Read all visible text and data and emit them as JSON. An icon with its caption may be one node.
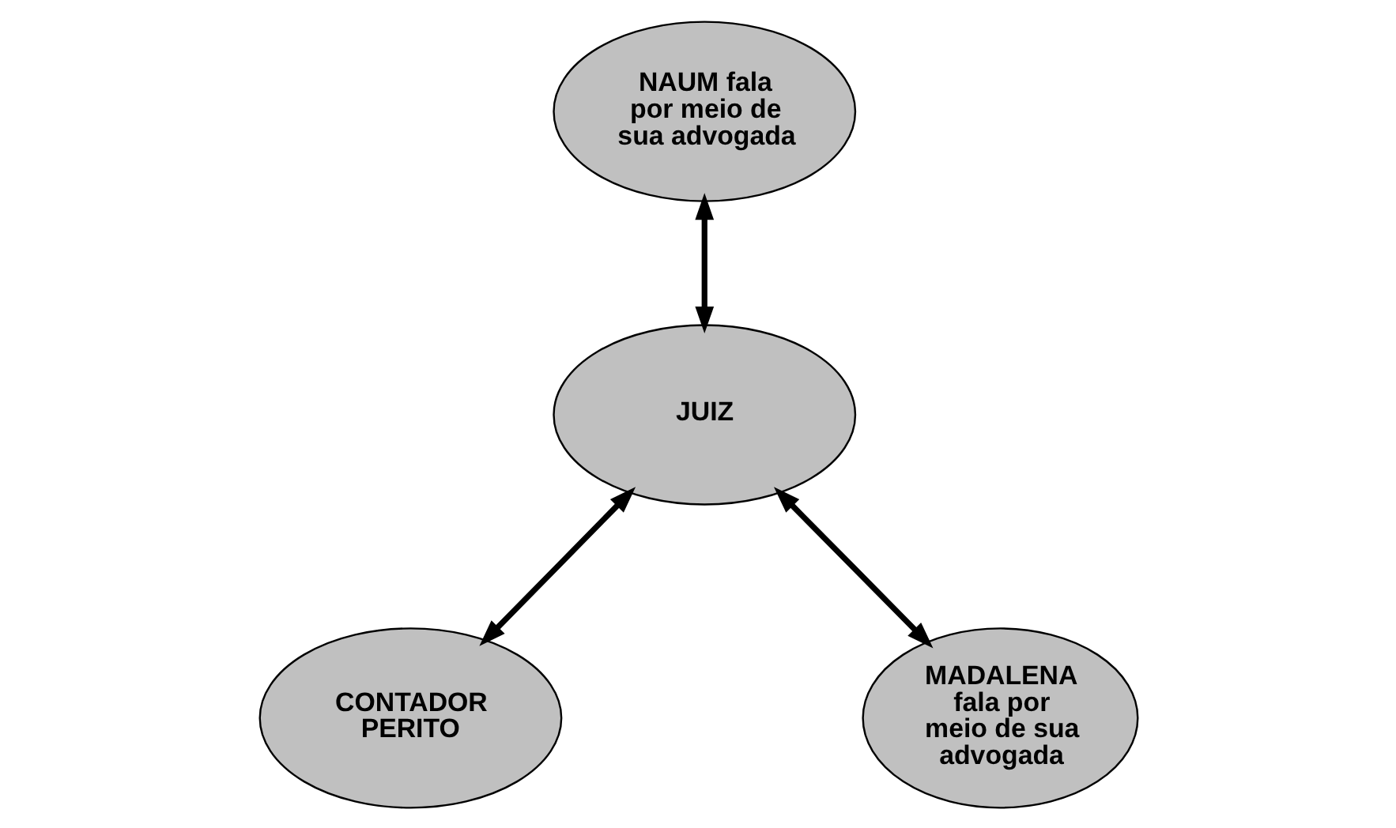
{
  "diagram": {
    "nodes": [
      {
        "text": [
          "NAUM fala por meio de sua advogada"
        ]
      },
      {
        "text": [
          "JUIZ"
        ]
      },
      {
        "text": [
          "CONTADOR PERITO"
        ]
      },
      {
        "text": [
          "MADALENA fala por meio de sua advogada"
        ]
      }
    ],
    "edges": [
      {
        "from": 0,
        "to": 1,
        "arrow": "both"
      },
      {
        "from": 1,
        "to": 2,
        "arrow": "both"
      },
      {
        "from": 1,
        "to": 3,
        "arrow": "both"
      }
    ]
  }
}
